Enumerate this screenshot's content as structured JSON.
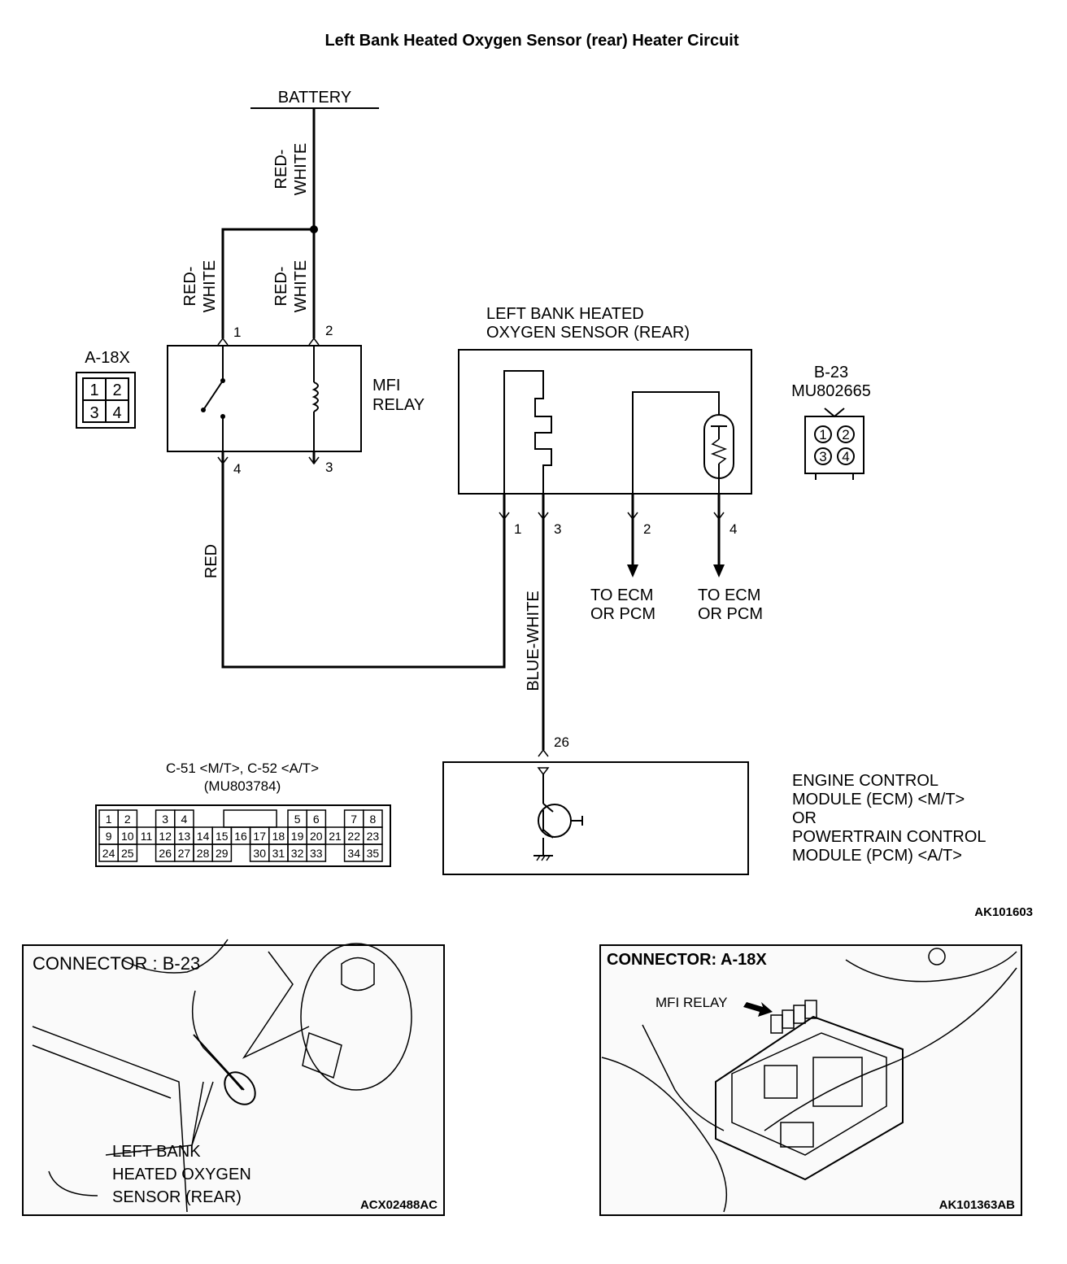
{
  "title": "Left Bank Heated Oxygen Sensor (rear) Heater Circuit",
  "battery": {
    "label": "BATTERY",
    "wire_top": "RED-\nWHITE"
  },
  "relay": {
    "connector": "A-18X",
    "pins_grid": [
      "1",
      "2",
      "3",
      "4"
    ],
    "name_line1": "MFI",
    "name_line2": "RELAY",
    "pin1": "1",
    "pin2": "2",
    "pin3": "3",
    "pin4": "4",
    "wire_left": "RED-\nWHITE",
    "wire_right": "RED-\nWHITE",
    "wire_bottom": "RED"
  },
  "sensor": {
    "name_line1": "LEFT BANK HEATED",
    "name_line2": "OXYGEN SENSOR (REAR)",
    "connector_line1": "B-23",
    "connector_line2": "MU802665",
    "pins_grid": [
      "1",
      "2",
      "3",
      "4"
    ],
    "pin1": "1",
    "pin2": "2",
    "pin3": "3",
    "pin4": "4",
    "to_ecm_line1": "TO ECM",
    "to_ecm_line2": "OR PCM",
    "wire_signal": "BLUE-WHITE"
  },
  "ecm": {
    "connector_line1": "C-51 <M/T>, C-52 <A/T>",
    "connector_line2": "(MU803784)",
    "pin": "26",
    "name_lines": [
      "ENGINE CONTROL",
      "MODULE (ECM) <M/T>",
      "OR",
      "POWERTRAIN CONTROL",
      "MODULE (PCM) <A/T>"
    ],
    "pin_rows": [
      [
        "1",
        "2",
        "",
        "3",
        "4",
        "",
        "",
        "",
        "",
        "",
        "5",
        "6",
        "",
        "7",
        "8"
      ],
      [
        "9",
        "10",
        "11",
        "12",
        "13",
        "14",
        "15",
        "16",
        "17",
        "18",
        "19",
        "20",
        "21",
        "22",
        "23"
      ],
      [
        "24",
        "25",
        "",
        "26",
        "27",
        "28",
        "29",
        "",
        "30",
        "31",
        "32",
        "33",
        "",
        "34",
        "35"
      ]
    ]
  },
  "figure_code": "AK101603",
  "photo_left": {
    "title": "CONNECTOR : B-23",
    "caption_lines": [
      "LEFT BANK",
      "HEATED OXYGEN",
      "SENSOR (REAR)"
    ],
    "code": "ACX02488AC"
  },
  "photo_right": {
    "title": "CONNECTOR: A-18X",
    "pointer_label": "MFI RELAY",
    "code": "AK101363AB"
  }
}
